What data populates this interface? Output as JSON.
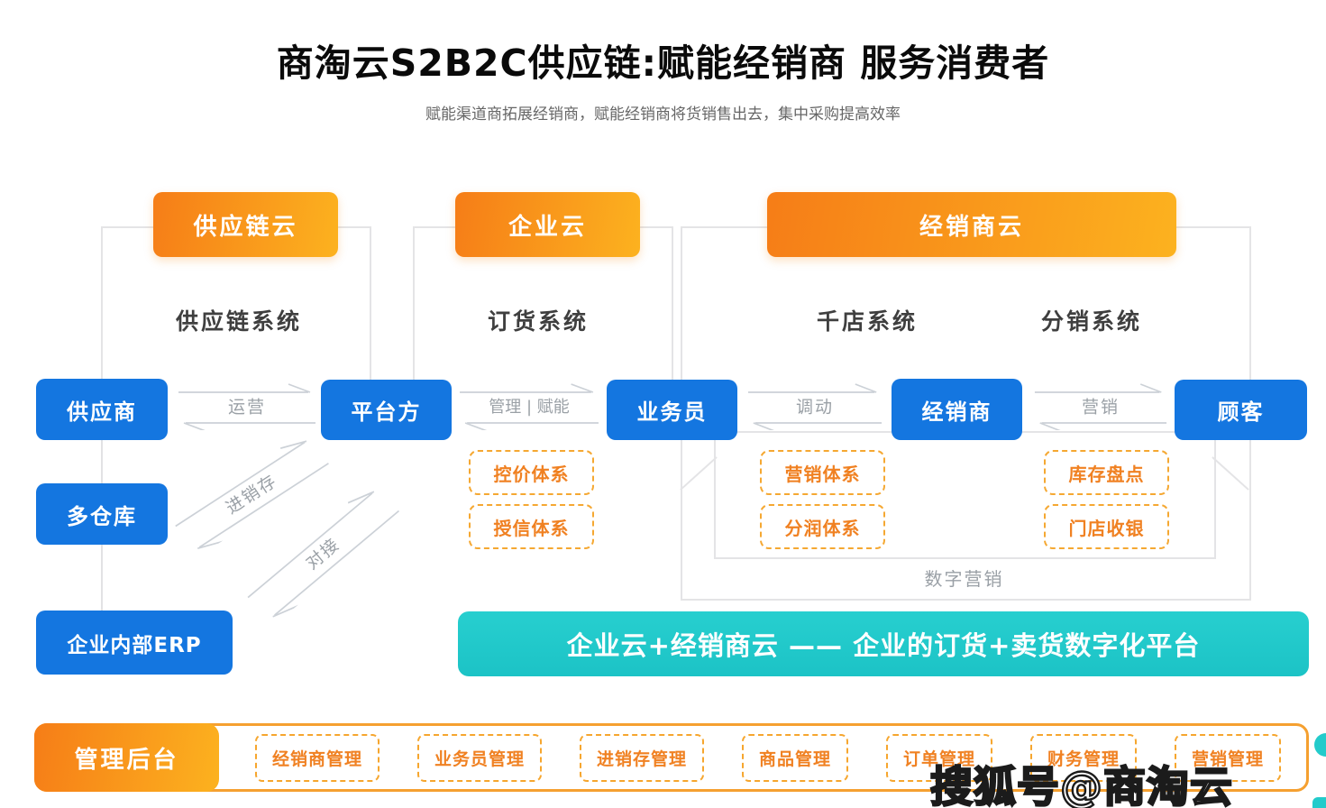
{
  "title": "商淘云S2B2C供应链:赋能经销商  服务消费者",
  "subtitle": "赋能渠道商拓展经销商，赋能经销商将货销售出去，集中采购提高效率",
  "clouds": {
    "supply": "供应链云",
    "enterprise": "企业云",
    "dealer": "经销商云"
  },
  "systems": {
    "supply_chain": "供应链系统",
    "ordering": "订货系统",
    "thousand_store": "千店系统",
    "distribution": "分销系统"
  },
  "nodes": {
    "supplier": "供应商",
    "multi_warehouse": "多仓库",
    "erp": "企业内部ERP",
    "platform": "平台方",
    "salesman": "业务员",
    "dealer": "经销商",
    "customer": "顾客"
  },
  "arrows": {
    "operations": "运营",
    "purchase_sale_stock": "进销存",
    "integration": "对接",
    "manage_empower": "管理 | 赋能",
    "dispatch": "调动",
    "marketing": "营销"
  },
  "capabilities": {
    "price_control": "控价体系",
    "credit": "授信体系",
    "marketing_system": "营销体系",
    "profit_sharing": "分润体系",
    "inventory_check": "库存盘点",
    "store_cashier": "门店收银"
  },
  "digital_marketing": "数字营销",
  "banner": "企业云+经销商云 —— 企业的订货+卖货数字化平台",
  "admin": {
    "label": "管理后台",
    "items": [
      "经销商管理",
      "业务员管理",
      "进销存管理",
      "商品管理",
      "订单管理",
      "财务管理",
      "营销管理"
    ]
  },
  "watermark": "搜狐号@商淘云",
  "colors": {
    "node_blue": "#1476e0",
    "orange_gradient_start": "#f67d17",
    "orange_gradient_end": "#fcb21f",
    "teal_banner": "#20c8ca",
    "dashed_border_orange": "#f5a832",
    "dashed_text_orange": "#f08122",
    "frame_gray": "#e4e4e6",
    "arrow_gray": "#ccd1d7",
    "label_gray": "#9aa0a6"
  }
}
